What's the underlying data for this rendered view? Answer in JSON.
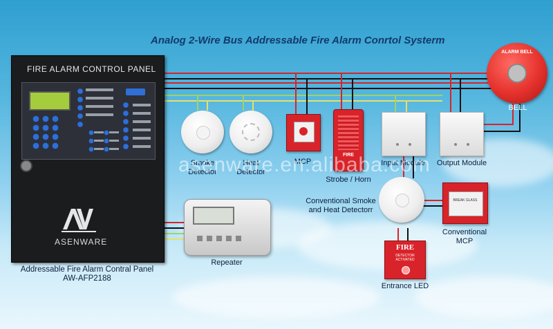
{
  "title": "Analog 2-Wire Bus Addressable Fire  Alarm Conrtol Systerm",
  "watermark": "asenware.en.alibaba.com",
  "panel": {
    "heading": "FIRE ALARM CONTROL PANEL",
    "brand": "ASENWARE",
    "caption_line1": "Addressable Fire Alarm Contral Panel",
    "caption_line2": "AW-AFP2188"
  },
  "devices": {
    "smoke_detector": "Smoke\nDetector",
    "heat_detector": "Heat\nDetector",
    "mcp": "MCP",
    "strobe_horn": "Strobe / Horn",
    "strobe_label": "FIRE",
    "input_module": "Input Module",
    "output_module": "Output Module",
    "bell": "BELL",
    "bell_face": "ALARM BELL",
    "repeater": "Repeater",
    "conventional_detector": "Conventional Smoke\nand Heat Detectorr",
    "conventional_mcp": "Conventional\nMCP",
    "conventional_mcp_face": "BREAK GLASS",
    "entrance_led": "Entrance  LED",
    "entrance_led_face_title": "FIRE",
    "entrance_led_face_sub": "DETECTOR\nACTIVATED"
  },
  "colors": {
    "bus_red": "#d8232a",
    "bus_black": "#111111",
    "aux_green": "#9ed36a",
    "aux_yellow": "#e8e06a",
    "device_red": "#d9232a"
  }
}
